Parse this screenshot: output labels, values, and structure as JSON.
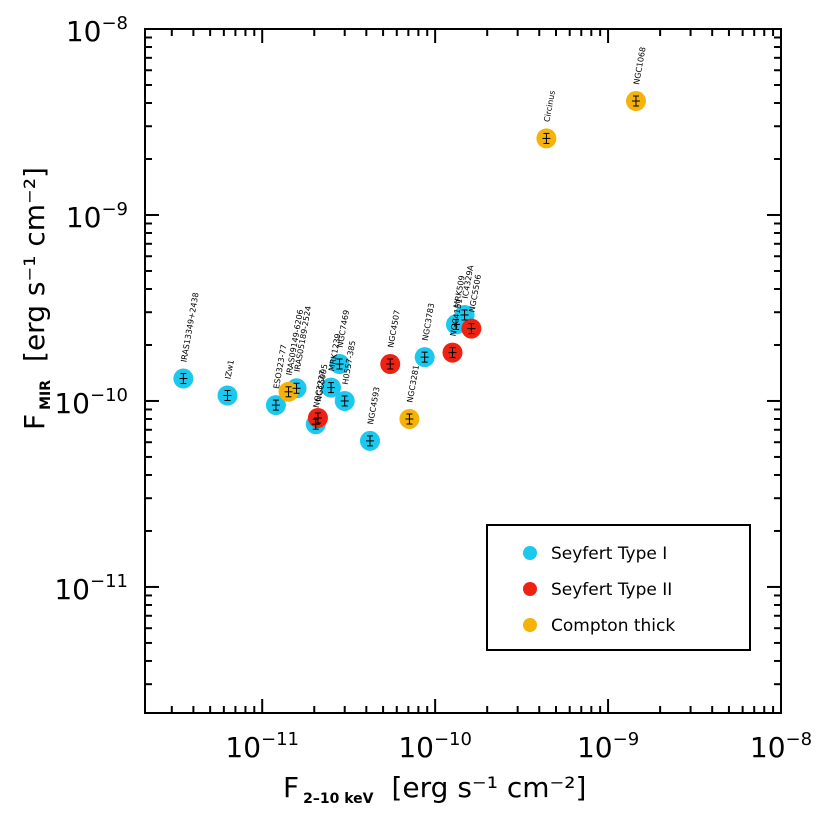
{
  "colors": {
    "seyfert1": "#1cc8ee",
    "seyfert2": "#ee2212",
    "compton": "#f5b20a"
  },
  "chart_data": {
    "type": "scatter",
    "title": "",
    "xlabel": {
      "main": "F",
      "sub": "2–10 keV",
      "units": "[erg s⁻¹ cm⁻²]"
    },
    "ylabel": {
      "main": "F",
      "sub": "MIR",
      "units": "[erg s⁻¹ cm⁻²]"
    },
    "xscale": "log",
    "yscale": "log",
    "xlim": [
      2.1e-12,
      1e-08
    ],
    "ylim": [
      2.1e-12,
      1e-08
    ],
    "xticks": [
      {
        "base": "10",
        "exp": "−11",
        "value": 1e-11
      },
      {
        "base": "10",
        "exp": "−10",
        "value": 1e-10
      },
      {
        "base": "10",
        "exp": "−9",
        "value": 1e-09
      },
      {
        "base": "10",
        "exp": "−8",
        "value": 1e-08
      }
    ],
    "yticks": [
      {
        "base": "10",
        "exp": "−11",
        "value": 1e-11
      },
      {
        "base": "10",
        "exp": "−10",
        "value": 1e-10
      },
      {
        "base": "10",
        "exp": "−9",
        "value": 1e-09
      },
      {
        "base": "10",
        "exp": "−8",
        "value": 1e-08
      }
    ],
    "legend_position": "bottom-right",
    "series": [
      {
        "name": "Seyfert Type I",
        "color_key": "seyfert1",
        "points": [
          {
            "label": "IRAS13349+2438",
            "x": 3.5e-12,
            "y": 1.32e-10
          },
          {
            "label": "IZw1",
            "x": 6.3e-12,
            "y": 1.07e-10
          },
          {
            "label": "ESO323-77",
            "x": 1.2e-11,
            "y": 9.5e-11
          },
          {
            "label": "IRAS05189-2524",
            "x": 1.58e-11,
            "y": 1.17e-10
          },
          {
            "label": "NGC3227",
            "x": 2.04e-11,
            "y": 7.5e-11
          },
          {
            "label": "MRK1239",
            "x": 2.5e-11,
            "y": 1.18e-10
          },
          {
            "label": "NGC7469",
            "x": 2.8e-11,
            "y": 1.58e-10
          },
          {
            "label": "H0557-385",
            "x": 3e-11,
            "y": 1e-10
          },
          {
            "label": "NGC4593",
            "x": 4.2e-11,
            "y": 6.1e-11
          },
          {
            "label": "NGC3783",
            "x": 8.7e-11,
            "y": 1.72e-10
          },
          {
            "label": "MRK509",
            "x": 1.32e-10,
            "y": 2.58e-10
          },
          {
            "label": "IC4329A",
            "x": 1.48e-10,
            "y": 2.9e-10
          }
        ]
      },
      {
        "name": "Seyfert Type II",
        "color_key": "seyfert2",
        "points": [
          {
            "label": "NGC5995",
            "x": 2.1e-11,
            "y": 8.1e-11
          },
          {
            "label": "NGC4507",
            "x": 5.5e-11,
            "y": 1.58e-10
          },
          {
            "label": "NGC4151",
            "x": 1.26e-10,
            "y": 1.82e-10
          },
          {
            "label": "NGC5506",
            "x": 1.62e-10,
            "y": 2.45e-10
          }
        ]
      },
      {
        "name": "Compton thick",
        "color_key": "compton",
        "points": [
          {
            "label": "IRAS09149-6206",
            "x": 1.42e-11,
            "y": 1.12e-10
          },
          {
            "label": "NGC3281",
            "x": 7.1e-11,
            "y": 8e-11
          },
          {
            "label": "Circinus",
            "x": 4.4e-10,
            "y": 2.58e-09
          },
          {
            "label": "NGC1068",
            "x": 1.45e-09,
            "y": 4.1e-09
          }
        ]
      }
    ]
  }
}
